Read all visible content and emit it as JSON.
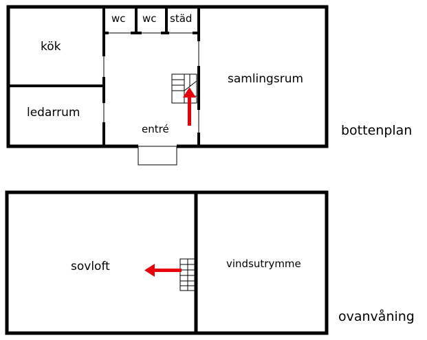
{
  "floors": {
    "ground": {
      "label": "bottenplan",
      "rooms": {
        "kitchen": "kök",
        "leader_room": "ledarrum",
        "wc_1": "wc",
        "wc_2": "wc",
        "cleaning": "städ",
        "assembly_hall": "samlingsrum",
        "entrance": "entré"
      }
    },
    "upper": {
      "label": "ovanvåning",
      "rooms": {
        "sleeping_loft": "sovloft",
        "attic_storage": "vindsutrymme"
      }
    }
  },
  "colors": {
    "walls": "#000000",
    "arrow": "#e8000b",
    "background": "#ffffff"
  }
}
